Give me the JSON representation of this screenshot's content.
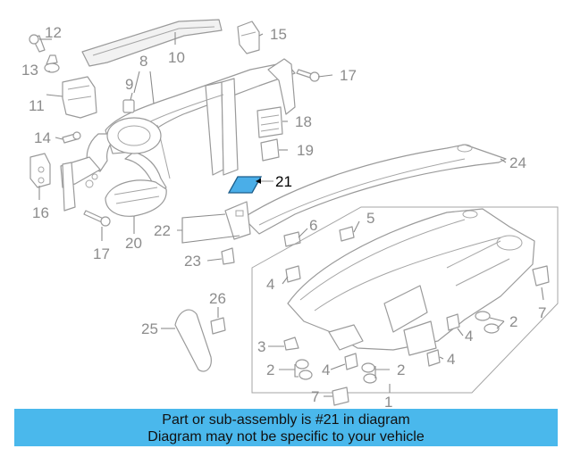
{
  "diagram": {
    "highlight_color": "#4aaee8",
    "callouts": {
      "c1": "1",
      "c2": "2",
      "c3": "3",
      "c4": "4",
      "c5": "5",
      "c6": "6",
      "c7": "7",
      "c8": "8",
      "c9": "9",
      "c10": "10",
      "c11": "11",
      "c12": "12",
      "c13": "13",
      "c14": "14",
      "c15": "15",
      "c16": "16",
      "c17": "17",
      "c18": "18",
      "c19": "19",
      "c20": "20",
      "c21": "21",
      "c22": "22",
      "c23": "23",
      "c24": "24",
      "c25": "25",
      "c26": "26"
    }
  },
  "banner": {
    "line1": "Part or sub-assembly is #21 in diagram",
    "line2": "Diagram may not be specific to your vehicle",
    "background": "#4ab8ec"
  }
}
